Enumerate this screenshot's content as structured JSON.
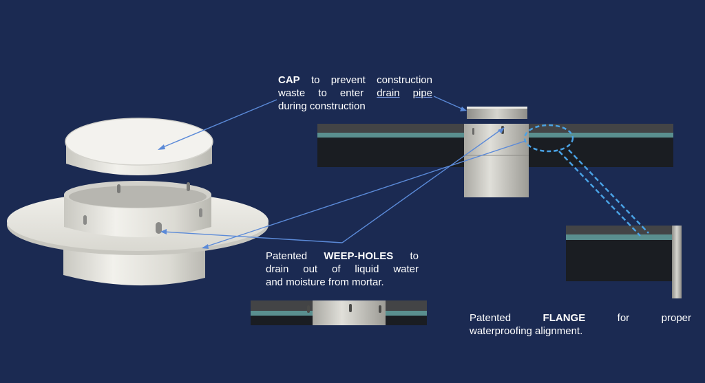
{
  "colors": {
    "background": "#1b2a52",
    "callout_line": "#5b8ad8",
    "flange_dash": "#4aa3e6",
    "drain_white": "#e4e3dd",
    "mortar_dark": "#1a1d22",
    "membrane": "#5a8f8f"
  },
  "cap_label": {
    "bold": "CAP",
    "line1_rest": "to prevent construction",
    "line2_a": "waste to enter",
    "line2_link_a": "drain",
    "line2_link_b": "pipe",
    "line3": "during construction"
  },
  "weep_label": {
    "prefix": "Patented",
    "bold": "WEEP-HOLES",
    "suffix": "to",
    "line2": "drain out of liquid water",
    "line3": "and moisture from mortar."
  },
  "flange_label": {
    "prefix": "Patented",
    "bold": "FLANGE",
    "suffix": "for proper",
    "line2": "waterproofing alignment."
  }
}
